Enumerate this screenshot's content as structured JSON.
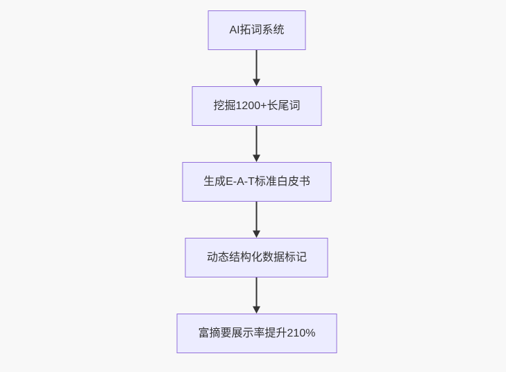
{
  "diagram": {
    "type": "flowchart",
    "direction": "top-down",
    "nodes": [
      {
        "id": "n1",
        "label": "AI拓词系统"
      },
      {
        "id": "n2",
        "label": "挖掘1200+长尾词"
      },
      {
        "id": "n3",
        "label": "生成E-A-T标准白皮书"
      },
      {
        "id": "n4",
        "label": "动态结构化数据标记"
      },
      {
        "id": "n5",
        "label": "富摘要展示率提升210%"
      }
    ],
    "edges": [
      {
        "from": "n1",
        "to": "n2"
      },
      {
        "from": "n2",
        "to": "n3"
      },
      {
        "from": "n3",
        "to": "n4"
      },
      {
        "from": "n4",
        "to": "n5"
      }
    ],
    "colors": {
      "node_fill": "#ECECFF",
      "node_border": "#9370DB",
      "edge_stroke": "#333333",
      "text": "#333333",
      "background": "#f8f8f8"
    }
  }
}
